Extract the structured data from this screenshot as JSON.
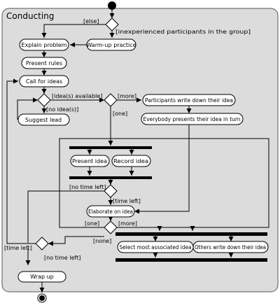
{
  "diagram": {
    "title": "Conducting",
    "nodes": {
      "warmup": "Warm-up practice",
      "explain": "Explain problem",
      "present_rules": "Present rules",
      "call_ideas": "Call for ideas",
      "suggest_lead": "Suggest lead",
      "participants_write": "Participants write down their idea",
      "everybody_present": "Everybody presents their idea in turn",
      "present_idea": "Present idea",
      "record_idea": "Record idea",
      "elaborate": "Elaborate on idea",
      "select_most": "Select most associated idea",
      "others_write": "Others write down their idea",
      "wrap_up": "Wrap up"
    },
    "guards": {
      "else": "[else]",
      "inexperienced": "[inexperienced participants in the group]",
      "ideas_available": "[idea(s) available]",
      "no_ideas": "[no idea(s)]",
      "more_1": "[more]",
      "one_1": "[one]",
      "no_time_left_1": "[no time left]",
      "time_left_1": "[time left]",
      "one_2": "[one]",
      "more_2": "[more]",
      "none": "[none]",
      "time_left_2": "[time left]",
      "no_time_left_2": "[no time left]"
    }
  }
}
